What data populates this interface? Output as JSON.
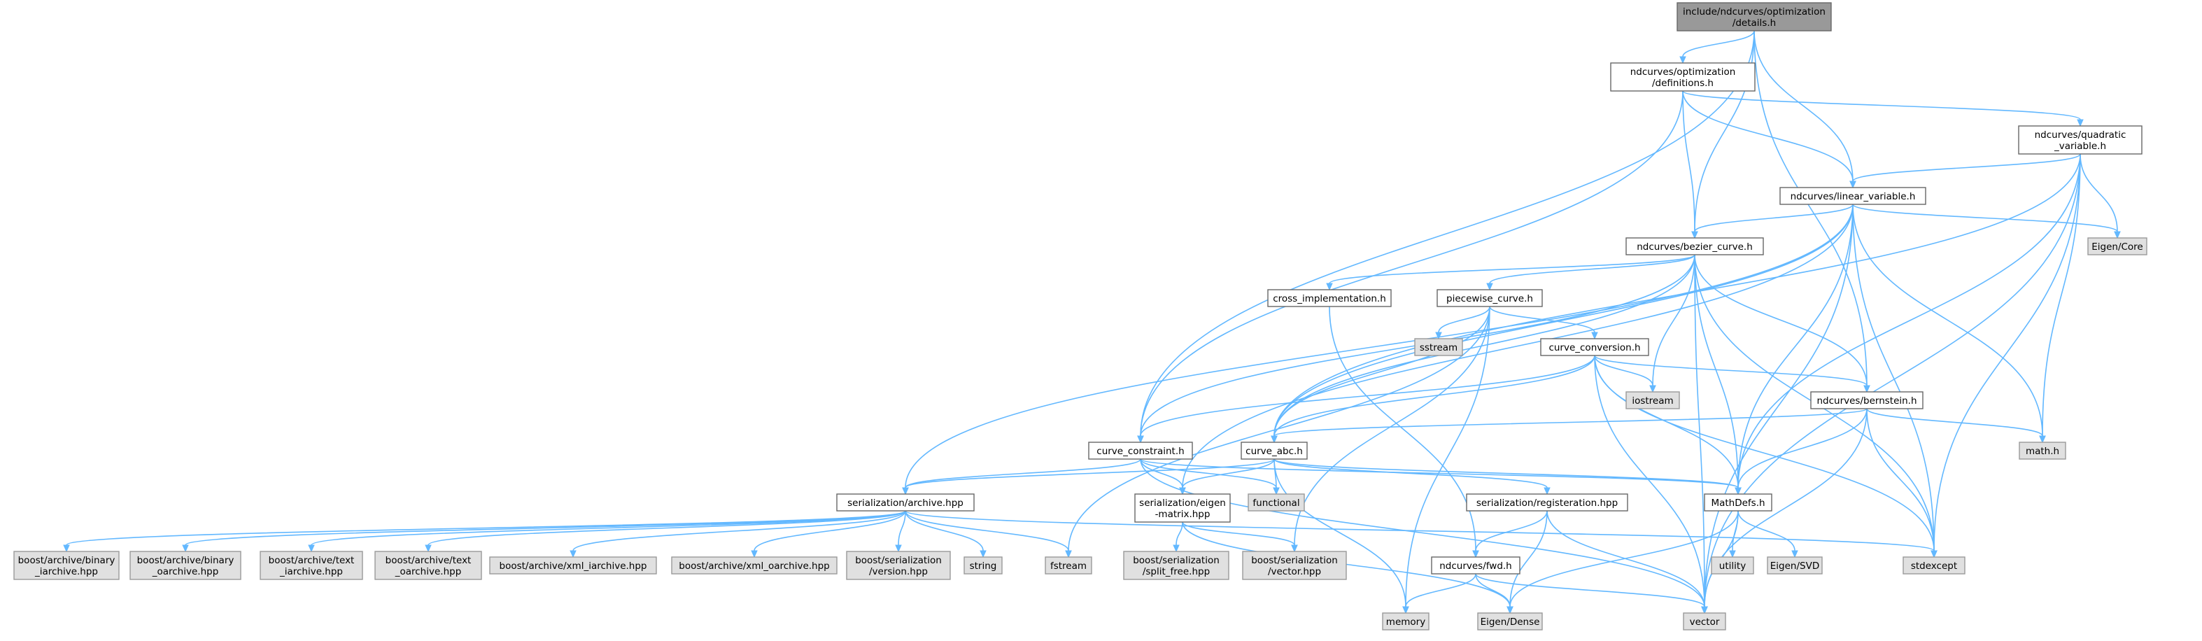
{
  "graph": {
    "title": "include/ndcurves/optimization/details.h",
    "nodes": [
      {
        "id": "details",
        "label": [
          "include/ndcurves/optimization",
          "/details.h"
        ],
        "kind": "root"
      },
      {
        "id": "opt_defs",
        "label": [
          "ndcurves/optimization",
          "/definitions.h"
        ],
        "kind": "local"
      },
      {
        "id": "quad_var",
        "label": [
          "ndcurves/quadratic",
          "_variable.h"
        ],
        "kind": "local"
      },
      {
        "id": "lin_var",
        "label": [
          "ndcurves/linear_variable.h"
        ],
        "kind": "local"
      },
      {
        "id": "eigen_core",
        "label": [
          "Eigen/Core"
        ],
        "kind": "sys"
      },
      {
        "id": "bezier",
        "label": [
          "ndcurves/bezier_curve.h"
        ],
        "kind": "local"
      },
      {
        "id": "cross_impl",
        "label": [
          "cross_implementation.h"
        ],
        "kind": "local"
      },
      {
        "id": "piecewise",
        "label": [
          "piecewise_curve.h"
        ],
        "kind": "local"
      },
      {
        "id": "sstream",
        "label": [
          "sstream"
        ],
        "kind": "sys"
      },
      {
        "id": "curve_conv",
        "label": [
          "curve_conversion.h"
        ],
        "kind": "local"
      },
      {
        "id": "iostream",
        "label": [
          "iostream"
        ],
        "kind": "sys"
      },
      {
        "id": "bernstein",
        "label": [
          "ndcurves/bernstein.h"
        ],
        "kind": "local"
      },
      {
        "id": "mathh",
        "label": [
          "math.h"
        ],
        "kind": "sys"
      },
      {
        "id": "curve_constraint",
        "label": [
          "curve_constraint.h"
        ],
        "kind": "local"
      },
      {
        "id": "curve_abc",
        "label": [
          "curve_abc.h"
        ],
        "kind": "local"
      },
      {
        "id": "functional",
        "label": [
          "functional"
        ],
        "kind": "sys"
      },
      {
        "id": "ser_archive",
        "label": [
          "serialization/archive.hpp"
        ],
        "kind": "local"
      },
      {
        "id": "ser_eigen",
        "label": [
          "serialization/eigen",
          "-matrix.hpp"
        ],
        "kind": "local"
      },
      {
        "id": "ser_reg",
        "label": [
          "serialization/registeration.hpp"
        ],
        "kind": "local"
      },
      {
        "id": "mathdefs",
        "label": [
          "MathDefs.h"
        ],
        "kind": "local"
      },
      {
        "id": "stdexcept",
        "label": [
          "stdexcept"
        ],
        "kind": "sys"
      },
      {
        "id": "utility",
        "label": [
          "utility"
        ],
        "kind": "sys"
      },
      {
        "id": "eigen_svd",
        "label": [
          "Eigen/SVD"
        ],
        "kind": "sys"
      },
      {
        "id": "b_bin_i",
        "label": [
          "boost/archive/binary",
          "_iarchive.hpp"
        ],
        "kind": "sys"
      },
      {
        "id": "b_bin_o",
        "label": [
          "boost/archive/binary",
          "_oarchive.hpp"
        ],
        "kind": "sys"
      },
      {
        "id": "b_txt_i",
        "label": [
          "boost/archive/text",
          "_iarchive.hpp"
        ],
        "kind": "sys"
      },
      {
        "id": "b_txt_o",
        "label": [
          "boost/archive/text",
          "_oarchive.hpp"
        ],
        "kind": "sys"
      },
      {
        "id": "b_xml_i",
        "label": [
          "boost/archive/xml_iarchive.hpp"
        ],
        "kind": "sys"
      },
      {
        "id": "b_xml_o",
        "label": [
          "boost/archive/xml_oarchive.hpp"
        ],
        "kind": "sys"
      },
      {
        "id": "b_ser_ver",
        "label": [
          "boost/serialization",
          "/version.hpp"
        ],
        "kind": "sys"
      },
      {
        "id": "string",
        "label": [
          "string"
        ],
        "kind": "sys"
      },
      {
        "id": "fstream",
        "label": [
          "fstream"
        ],
        "kind": "sys"
      },
      {
        "id": "b_ser_split",
        "label": [
          "boost/serialization",
          "/split_free.hpp"
        ],
        "kind": "sys"
      },
      {
        "id": "b_ser_vec",
        "label": [
          "boost/serialization",
          "/vector.hpp"
        ],
        "kind": "sys"
      },
      {
        "id": "fwd",
        "label": [
          "ndcurves/fwd.h"
        ],
        "kind": "local"
      },
      {
        "id": "memory",
        "label": [
          "memory"
        ],
        "kind": "sys"
      },
      {
        "id": "eigen_dense",
        "label": [
          "Eigen/Dense"
        ],
        "kind": "sys"
      },
      {
        "id": "vector",
        "label": [
          "vector"
        ],
        "kind": "sys"
      }
    ],
    "edges": [
      [
        "details",
        "opt_defs"
      ],
      [
        "details",
        "lin_var"
      ],
      [
        "details",
        "bezier"
      ],
      [
        "details",
        "bernstein"
      ],
      [
        "details",
        "curve_constraint"
      ],
      [
        "opt_defs",
        "quad_var"
      ],
      [
        "opt_defs",
        "lin_var"
      ],
      [
        "opt_defs",
        "bezier"
      ],
      [
        "opt_defs",
        "curve_constraint"
      ],
      [
        "quad_var",
        "lin_var"
      ],
      [
        "quad_var",
        "eigen_core"
      ],
      [
        "quad_var",
        "mathh"
      ],
      [
        "quad_var",
        "mathdefs"
      ],
      [
        "quad_var",
        "stdexcept"
      ],
      [
        "quad_var",
        "vector"
      ],
      [
        "quad_var",
        "curve_abc"
      ],
      [
        "lin_var",
        "bezier"
      ],
      [
        "lin_var",
        "eigen_core"
      ],
      [
        "lin_var",
        "mathh"
      ],
      [
        "lin_var",
        "mathdefs"
      ],
      [
        "lin_var",
        "stdexcept"
      ],
      [
        "lin_var",
        "vector"
      ],
      [
        "lin_var",
        "ser_archive"
      ],
      [
        "lin_var",
        "ser_eigen"
      ],
      [
        "lin_var",
        "curve_abc"
      ],
      [
        "bezier",
        "cross_impl"
      ],
      [
        "bezier",
        "piecewise"
      ],
      [
        "bezier",
        "curve_constraint"
      ],
      [
        "bezier",
        "curve_abc"
      ],
      [
        "bezier",
        "bernstein"
      ],
      [
        "bezier",
        "iostream"
      ],
      [
        "bezier",
        "mathdefs"
      ],
      [
        "bezier",
        "stdexcept"
      ],
      [
        "bezier",
        "vector"
      ],
      [
        "cross_impl",
        "fwd"
      ],
      [
        "piecewise",
        "sstream"
      ],
      [
        "piecewise",
        "curve_conv"
      ],
      [
        "piecewise",
        "curve_abc"
      ],
      [
        "piecewise",
        "memory"
      ],
      [
        "piecewise",
        "fstream"
      ],
      [
        "piecewise",
        "b_ser_vec"
      ],
      [
        "curve_conv",
        "iostream"
      ],
      [
        "curve_conv",
        "bernstein"
      ],
      [
        "curve_conv",
        "curve_constraint"
      ],
      [
        "curve_conv",
        "curve_abc"
      ],
      [
        "curve_conv",
        "mathdefs"
      ],
      [
        "curve_conv",
        "stdexcept"
      ],
      [
        "curve_conv",
        "vector"
      ],
      [
        "bernstein",
        "mathh"
      ],
      [
        "bernstein",
        "curve_abc"
      ],
      [
        "bernstein",
        "mathdefs"
      ],
      [
        "bernstein",
        "stdexcept"
      ],
      [
        "bernstein",
        "vector"
      ],
      [
        "curve_constraint",
        "ser_archive"
      ],
      [
        "curve_constraint",
        "ser_eigen"
      ],
      [
        "curve_constraint",
        "functional"
      ],
      [
        "curve_constraint",
        "mathdefs"
      ],
      [
        "curve_constraint",
        "vector"
      ],
      [
        "curve_abc",
        "ser_archive"
      ],
      [
        "curve_abc",
        "ser_eigen"
      ],
      [
        "curve_abc",
        "functional"
      ],
      [
        "curve_abc",
        "ser_reg"
      ],
      [
        "curve_abc",
        "mathdefs"
      ],
      [
        "curve_abc",
        "memory"
      ],
      [
        "ser_archive",
        "b_bin_i"
      ],
      [
        "ser_archive",
        "b_bin_o"
      ],
      [
        "ser_archive",
        "b_txt_i"
      ],
      [
        "ser_archive",
        "b_txt_o"
      ],
      [
        "ser_archive",
        "b_xml_i"
      ],
      [
        "ser_archive",
        "b_xml_o"
      ],
      [
        "ser_archive",
        "b_ser_ver"
      ],
      [
        "ser_archive",
        "string"
      ],
      [
        "ser_archive",
        "fstream"
      ],
      [
        "ser_archive",
        "stdexcept"
      ],
      [
        "ser_eigen",
        "b_ser_split"
      ],
      [
        "ser_eigen",
        "b_ser_vec"
      ],
      [
        "ser_eigen",
        "eigen_dense"
      ],
      [
        "ser_reg",
        "fwd"
      ],
      [
        "ser_reg",
        "eigen_dense"
      ],
      [
        "ser_reg",
        "vector"
      ],
      [
        "mathdefs",
        "utility"
      ],
      [
        "mathdefs",
        "eigen_svd"
      ],
      [
        "mathdefs",
        "eigen_dense"
      ],
      [
        "mathdefs",
        "vector"
      ],
      [
        "fwd",
        "memory"
      ],
      [
        "fwd",
        "eigen_dense"
      ],
      [
        "fwd",
        "vector"
      ]
    ]
  },
  "colors": {
    "edge": "#63b8ff",
    "root_fill": "#999999",
    "local_fill": "#ffffff",
    "system_fill": "#e0e0e0",
    "border": "#666666"
  }
}
